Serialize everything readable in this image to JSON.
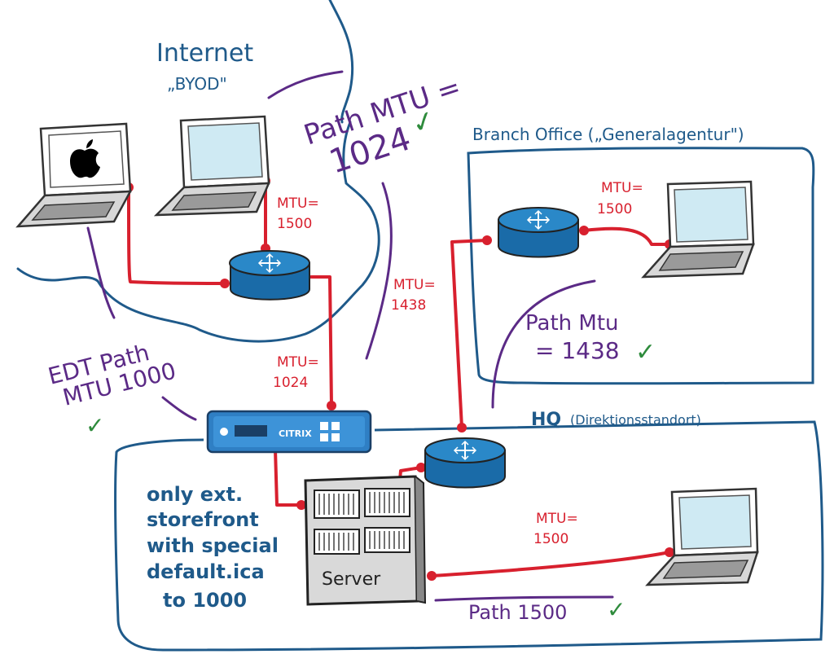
{
  "labels": {
    "internet": "Internet",
    "byod": "„BYOD\"",
    "path_mtu_internet_1": "Path MTU =",
    "path_mtu_internet_2": "1024",
    "mtu_laptop_router": "MTU=",
    "mtu_laptop_router_val": "1500",
    "mtu_router_citrix": "MTU=",
    "mtu_router_citrix_val": "1024",
    "mtu_hq_branch": "MTU=",
    "mtu_hq_branch_val": "1438",
    "branch_office": "Branch Office („Generalagentur\")",
    "mtu_branch": "MTU=",
    "mtu_branch_val": "1500",
    "branch_path_1": "Path Mtu",
    "branch_path_2": "= 1438",
    "edt_1": "EDT Path",
    "edt_2": "MTU 1000",
    "hq": "HQ",
    "hq_sub": "(Direktionsstandort)",
    "citrix_brand": "CITRIX",
    "only_1": "only ext.",
    "only_2": "storefront",
    "only_3": "with special",
    "only_4": "default.ica",
    "only_5": "to 1000",
    "server": "Server",
    "mtu_hq": "MTU=",
    "mtu_hq_val": "1500",
    "hq_path": "Path 1500",
    "check": "✓"
  },
  "colors": {
    "blue": "#1f5a8a",
    "purple": "#5b2a86",
    "red": "#d8202e",
    "green": "#2e8b3c",
    "router": "#1a6ba8",
    "citrix": "#2f7fc4"
  },
  "icons": [
    "apple-logo-icon",
    "laptop-icon",
    "router-icon",
    "citrix-adc-icon",
    "server-rack-icon",
    "checkmark-icon"
  ]
}
